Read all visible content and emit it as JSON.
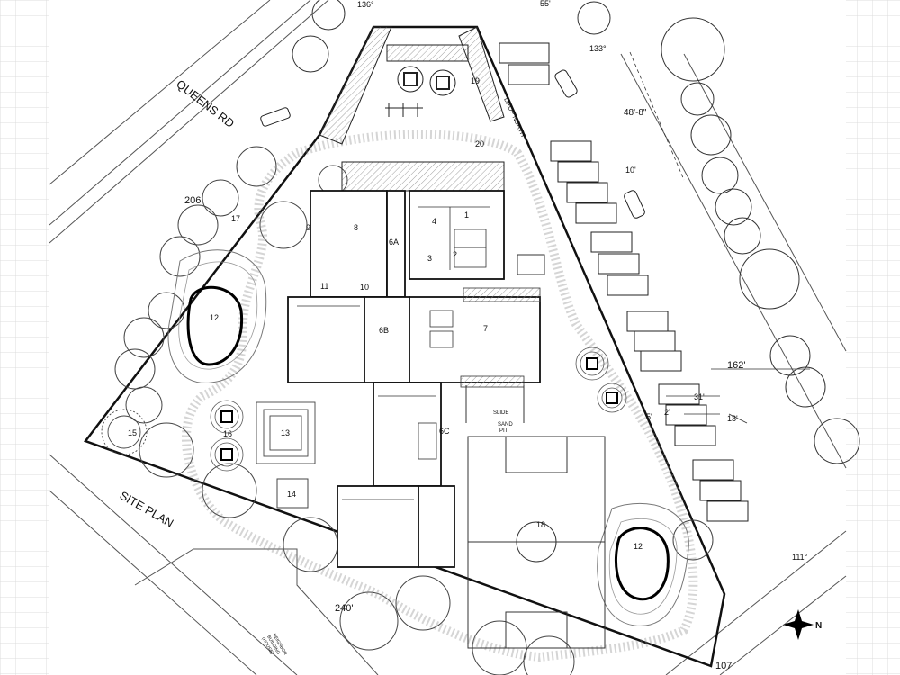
{
  "road_label": "QUEENS RD",
  "drive_label": "DROP NORTH",
  "sheet_title": "SITE PLAN",
  "neighbor_label": [
    "NEIGHBOR",
    "BUILDING",
    "(HOUSE)"
  ],
  "dimensions": {
    "angle_top_left": "136°",
    "dim_top": "55'",
    "angle_top_right": "133°",
    "dim_48": "48'-8\"",
    "dim_10": "10'",
    "dim_206": "206'",
    "dim_162": "162'",
    "dim_31": "31'",
    "dim_5": "5'",
    "dim_2": "2'",
    "dim_13": "13'",
    "angle_bottom_right": "111°",
    "dim_240": "240'",
    "dim_107": "107'"
  },
  "spaces": {
    "s1": "1",
    "s2": "2",
    "s3": "3",
    "s4": "4",
    "s6a": "6A",
    "s6b": "6B",
    "s6c": "6C",
    "s7": "7",
    "s8": "8",
    "s9": "9",
    "s10": "10",
    "s11": "11",
    "s12a": "12",
    "s12b": "12",
    "s13": "13",
    "s14": "14",
    "s15": "15",
    "s16": "16",
    "s17": "17",
    "s18": "18",
    "s19": "19",
    "s20": "20"
  },
  "play_labels": {
    "slide": "SLIDE",
    "sand_pit": "SAND",
    "sand_pit2": "PIT"
  },
  "north_label": "N",
  "colors": {
    "line": "#111111",
    "grid": "#d9d9d9",
    "faint": "#9a9a9a"
  }
}
